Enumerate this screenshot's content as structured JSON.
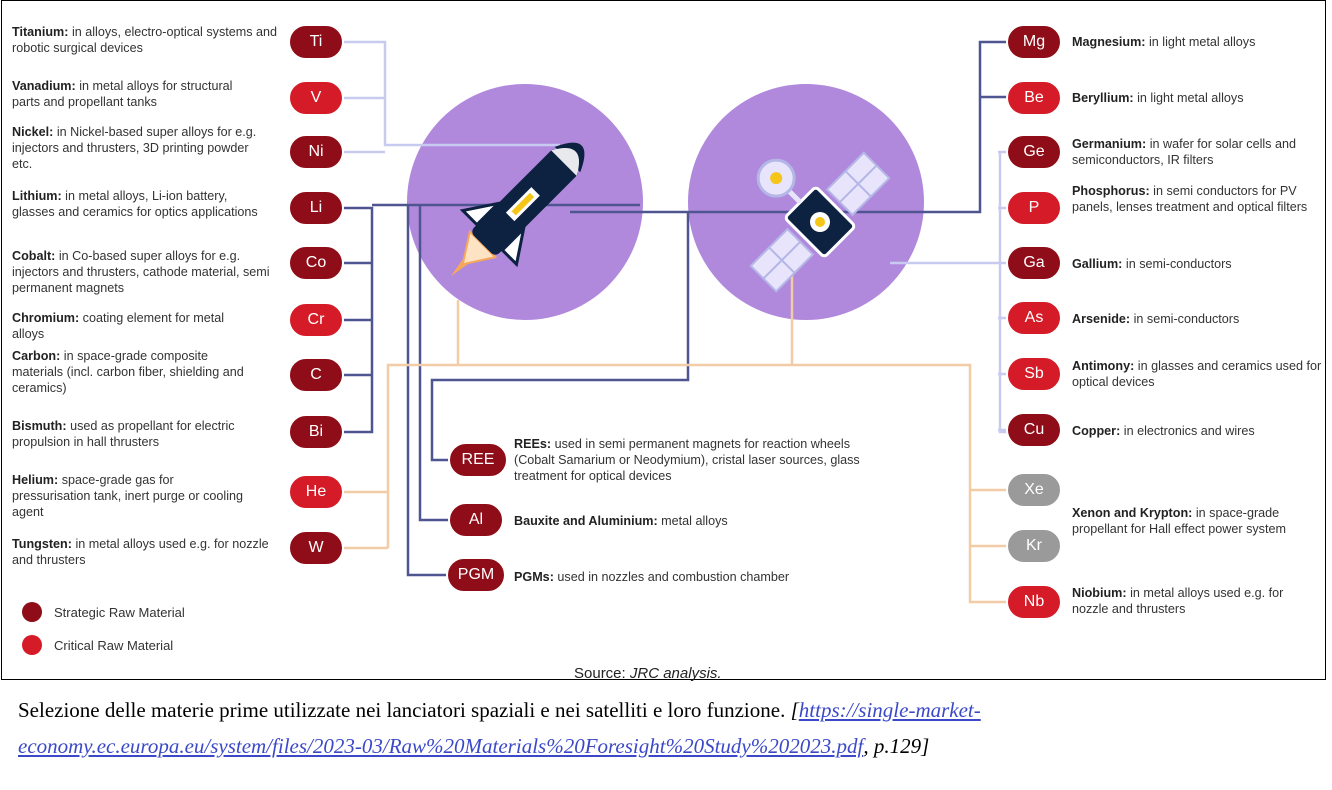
{
  "left_items": [
    {
      "symbol": "Ti",
      "type": "strategic",
      "name": "Titanium:",
      "desc": "in alloys, electro-optical systems and robotic surgical devices"
    },
    {
      "symbol": "V",
      "type": "critical",
      "name": "Vanadium:",
      "desc": "in metal alloys for structural parts and propellant tanks"
    },
    {
      "symbol": "Ni",
      "type": "strategic",
      "name": "Nickel:",
      "desc": "in Nickel-based super alloys for e.g. injectors and thrusters, 3D printing powder etc."
    },
    {
      "symbol": "Li",
      "type": "strategic",
      "name": "Lithium:",
      "desc": "in metal alloys, Li-ion battery, glasses and ceramics for optics applications"
    },
    {
      "symbol": "Co",
      "type": "strategic",
      "name": "Cobalt:",
      "desc": "in Co-based super alloys for e.g. injectors and thrusters, cathode material, semi permanent magnets"
    },
    {
      "symbol": "Cr",
      "type": "critical",
      "name": "Chromium:",
      "desc": "coating element for metal alloys"
    },
    {
      "symbol": "C",
      "type": "strategic",
      "name": "Carbon:",
      "desc": "in space-grade composite materials (incl. carbon fiber, shielding and ceramics)"
    },
    {
      "symbol": "Bi",
      "type": "strategic",
      "name": "Bismuth:",
      "desc": "used as propellant for electric propulsion in hall thrusters"
    },
    {
      "symbol": "He",
      "type": "critical",
      "name": "Helium:",
      "desc": "space-grade gas for pressurisation tank, inert purge or cooling agent"
    },
    {
      "symbol": "W",
      "type": "strategic",
      "name": "Tungsten:",
      "desc": "in metal alloys used e.g. for nozzle and thrusters"
    }
  ],
  "right_items": [
    {
      "symbol": "Mg",
      "type": "strategic",
      "name": "Magnesium:",
      "desc": "in light metal alloys"
    },
    {
      "symbol": "Be",
      "type": "critical",
      "name": "Beryllium:",
      "desc": "in light metal alloys"
    },
    {
      "symbol": "Ge",
      "type": "strategic",
      "name": "Germanium:",
      "desc": "in wafer for solar cells and semiconductors, IR filters"
    },
    {
      "symbol": "P",
      "type": "critical",
      "name": "Phosphorus:",
      "desc": "in semi conductors for PV panels, lenses treatment and optical filters"
    },
    {
      "symbol": "Ga",
      "type": "strategic",
      "name": "Gallium:",
      "desc": "in semi-conductors"
    },
    {
      "symbol": "As",
      "type": "critical",
      "name": "Arsenide:",
      "desc": "in semi-conductors"
    },
    {
      "symbol": "Sb",
      "type": "critical",
      "name": "Antimony:",
      "desc": "in glasses and ceramics used for optical devices"
    },
    {
      "symbol": "Cu",
      "type": "strategic",
      "name": "Copper:",
      "desc": "in electronics and wires"
    },
    {
      "symbol": "Xe",
      "type": "grey",
      "name": "",
      "desc": ""
    },
    {
      "symbol": "Kr",
      "type": "grey",
      "name": "",
      "desc": ""
    },
    {
      "symbol": "Nb",
      "type": "critical",
      "name": "Niobium:",
      "desc": "in metal alloys used e.g. for nozzle and thrusters"
    }
  ],
  "xenon_krypton": {
    "name": "Xenon and Krypton:",
    "desc": "in space-grade propellant for Hall effect power system"
  },
  "center_items": [
    {
      "symbol": "REE",
      "type": "strategic",
      "name": "REEs:",
      "desc": "used in semi permanent magnets for reaction wheels (Cobalt Samarium or Neodymium), cristal laser sources, glass treatment for optical devices"
    },
    {
      "symbol": "Al",
      "type": "strategic",
      "name": "Bauxite and Aluminium:",
      "desc": "metal alloys"
    },
    {
      "symbol": "PGM",
      "type": "strategic",
      "name": "PGMs:",
      "desc": "used in nozzles and combustion chamber"
    }
  ],
  "legend": [
    {
      "label": "Strategic Raw Material",
      "color": "#8f0d18"
    },
    {
      "label": "Critical Raw Material",
      "color": "#d51b27"
    }
  ],
  "source": {
    "prefix": "Source: ",
    "text": "JRC analysis."
  },
  "caption": {
    "text": "Selezione delle materie prime utilizzate nei lanciatori spaziali e nei satelliti e loro funzione.",
    "open": " [",
    "link": "https://single-market-economy.ec.europa.eu/system/files/2023-03/Raw%20Materials%20Foresight%20Study%202023.pdf",
    "page": ", p.129]"
  },
  "colors": {
    "strategic": "#8f0d18",
    "critical": "#d51b27",
    "grey": "#9a9a9a",
    "circle": "#b089dd",
    "dark_line": "#4f5590",
    "light_line": "#c9caf0",
    "tan_line": "#f1cca6",
    "navy": "#0d2140"
  }
}
